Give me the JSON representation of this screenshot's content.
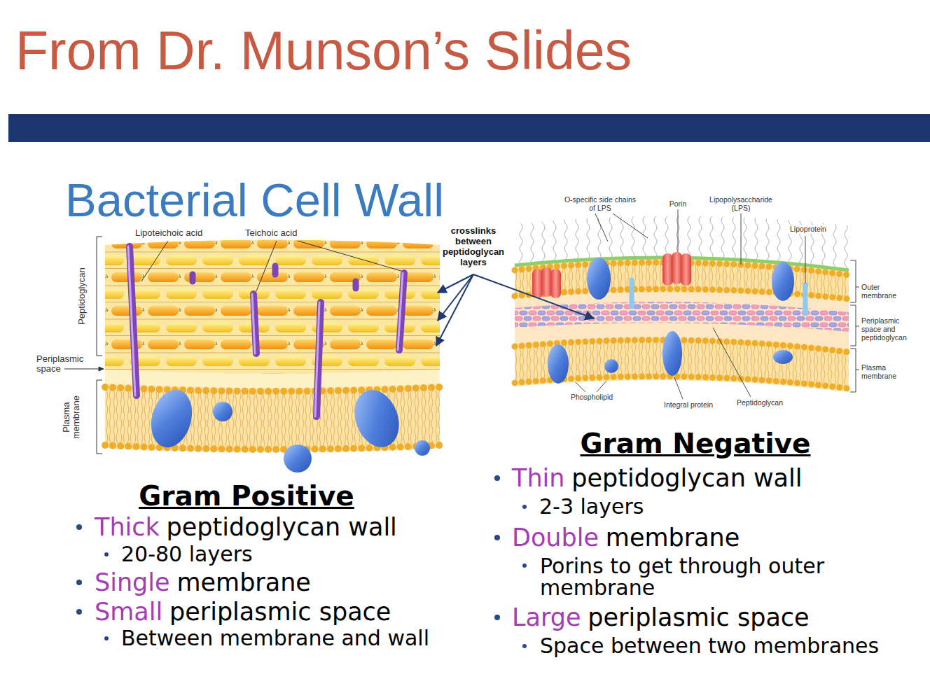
{
  "diagram": {
    "title": "From Dr. Munson’s Slides",
    "labels": [
      "Bacterial Cell Wall",
      "Lipoteichoic acid",
      "Teichoic acid",
      "Peptidoglycan",
      "Periplasmic space",
      "Plasma membrane",
      "crosslinks between peptidoglycan layers",
      "O-specific side chains of LPS",
      "Porin",
      "Lipopolysaccharide (LPS)",
      "Lipoprotein",
      "Outer membrane",
      "Periplasmic space and peptidoglycan",
      "Plasma membrane",
      "Phospholipid",
      "Integral protein",
      "Peptidoglycan",
      "Gram Negative",
      "Thin",
      "peptidoglycan wall",
      "2-3 layers",
      "Double",
      "membrane",
      "Porins to get through outer membrane",
      "Large",
      "periplasmic space",
      "Space between two membranes",
      "Gram Positive",
      "Thick",
      "peptidoglycan wall",
      "20-80 layers",
      "Single",
      "membrane",
      "Small",
      "periplasmic space",
      "Between membrane and wall"
    ]
  }
}
